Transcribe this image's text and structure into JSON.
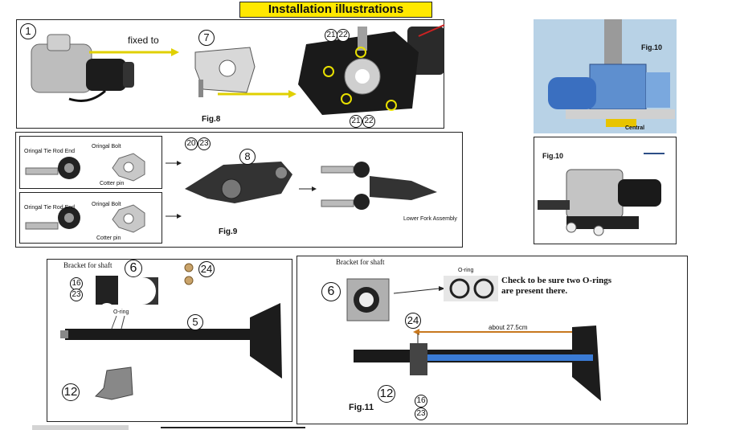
{
  "header": {
    "title": "Installation illustrations"
  },
  "panel_fig8": {
    "step_num": "1",
    "fixed_to": "fixed to",
    "bracket_num": "7",
    "fig_label": "Fig.8",
    "callouts_top": [
      "21",
      "22"
    ],
    "callouts_bottom": [
      "21",
      "22"
    ]
  },
  "panel_fig9": {
    "tie_rod_label_1": "Oringal Tie Rod End",
    "bolt_label_1": "Oringal Bolt",
    "cotter_label_1": "Cotter pin",
    "tie_rod_label_2": "Oringal Tie Rod End",
    "bolt_label_2": "Oringal Bolt",
    "cotter_label_2": "Cotter pin",
    "callouts": [
      "20",
      "23"
    ],
    "part_num": "8",
    "fig_label": "Fig.9",
    "lower_fork": "Lower Fork Assembly"
  },
  "photo_top": {
    "fig_label": "Fig.10",
    "central": "Central"
  },
  "photo_mid": {
    "fig_label": "Fig.10"
  },
  "panel_shaft": {
    "bracket_label": "Bracket  for shaft",
    "bracket_num": "6",
    "washer_num": "24",
    "callout_16": "16",
    "callout_23": "23",
    "oring": "O-ring",
    "shaft_num": "5",
    "clip_num": "12"
  },
  "panel_fig11": {
    "bracket_label": "Bracket  for shaft",
    "bracket_num": "6",
    "oring": "O-ring",
    "note_line1": "Check to be sure two O-rings",
    "note_line2": "are present there.",
    "washer_num": "24",
    "measure": "about 27.5cm",
    "clip_num": "12",
    "callout_16": "16",
    "callout_23": "23",
    "fig_label": "Fig.11"
  },
  "colors": {
    "title_bg": "#ffe800",
    "arrow": "#e0d000",
    "highlight_ring": "#e8e000",
    "ruler": "#3a7bd5",
    "measure_arrow": "#c8781e"
  }
}
